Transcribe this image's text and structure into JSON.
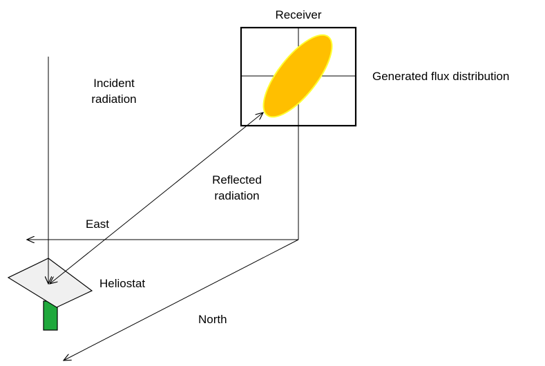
{
  "labels": {
    "receiver": "Receiver",
    "flux": "Generated flux distribution",
    "incident_line1": "Incident",
    "incident_line2": "radiation",
    "reflected_line1": "Reflected",
    "reflected_line2": "radiation",
    "east": "East",
    "heliostat": "Heliostat",
    "north": "North"
  },
  "colors": {
    "line": "#000000",
    "flux_fill": "#ffbf00",
    "flux_stroke": "#ffff33",
    "heliostat_face": "#f0f0f0",
    "heliostat_post": "#1fa83c"
  }
}
